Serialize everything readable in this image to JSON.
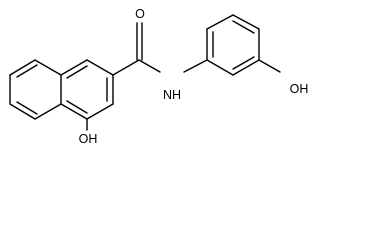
{
  "labels": {
    "carbonyl_oxygen": "O",
    "amide_nh": "NH",
    "hydroxyl_phenyl": "OH",
    "hydroxyl_naphthalene": "OH"
  },
  "colors": {
    "bond": "#000000",
    "text": "#000000",
    "background": "#ffffff"
  }
}
